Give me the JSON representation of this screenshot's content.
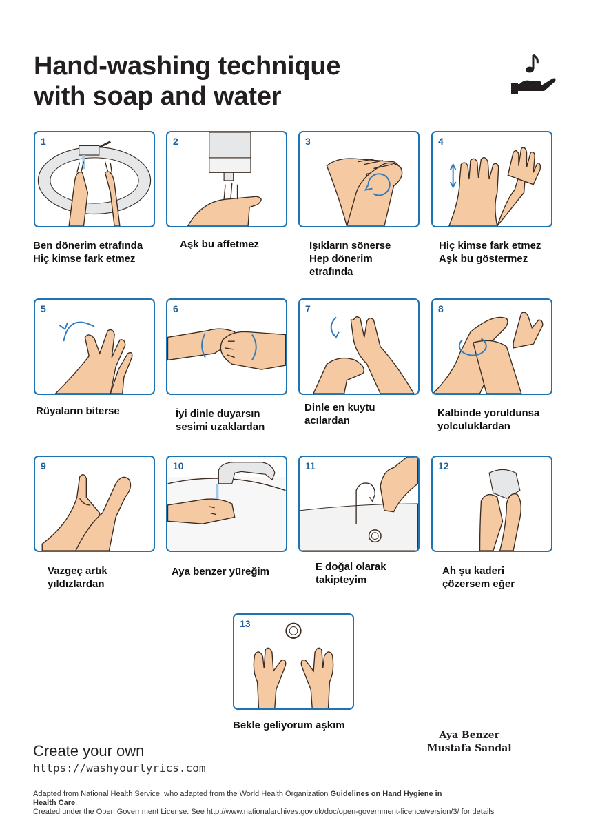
{
  "title": {
    "line1": "Hand-washing technique",
    "line2": "with soap and water"
  },
  "logo_icon": "hand-with-music-note-icon",
  "accent_color": "#1d74b5",
  "steps": [
    {
      "num": "1",
      "lines": [
        "Ben dönerim etrafında",
        "Hiç kimse fark  etmez"
      ]
    },
    {
      "num": "2",
      "lines": [
        "Aşk bu affetmez"
      ]
    },
    {
      "num": "3",
      "lines": [
        "Işıkların sönerse",
        "Hep dönerim",
        "etrafında"
      ]
    },
    {
      "num": "4",
      "lines": [
        "Hiç kimse fark etmez",
        "Aşk bu göstermez"
      ]
    },
    {
      "num": "5",
      "lines": [
        "Rüyaların biterse"
      ]
    },
    {
      "num": "6",
      "lines": [
        "İyi dinle duyarsın",
        "sesimi uzaklardan"
      ]
    },
    {
      "num": "7",
      "lines": [
        "Dinle en kuytu",
        "acılardan"
      ]
    },
    {
      "num": "8",
      "lines": [
        "Kalbinde yoruldunsa",
        "yolculuklardan"
      ]
    },
    {
      "num": "9",
      "lines": [
        "Vazgeç artık",
        "yıldızlardan"
      ]
    },
    {
      "num": "10",
      "lines": [
        "Aya benzer yüreğim"
      ]
    },
    {
      "num": "11",
      "lines": [
        "E doğal olarak",
        "takipteyim"
      ]
    },
    {
      "num": "12",
      "lines": [
        "Ah şu kaderi",
        "çözersem eğer"
      ]
    },
    {
      "num": "13",
      "lines": [
        "Bekle geliyorum aşkım"
      ]
    }
  ],
  "song_credit": {
    "song": "Aya Benzer",
    "artist": "Mustafa Sandal"
  },
  "cta": {
    "heading": "Create your own",
    "url": "https://washyourlyrics.com"
  },
  "footer": {
    "adapted_prefix": "Adapted from National Health Service, who adapted from the World Health Organization ",
    "adapted_bold_1": "Guidelines on Hand Hygiene in",
    "adapted_bold_2": "Health Care",
    "adapted_suffix": ".",
    "license": "Created under the Open Government License. See http://www.nationalarchives.gov.uk/doc/open-government-licence/version/3/ for details"
  }
}
